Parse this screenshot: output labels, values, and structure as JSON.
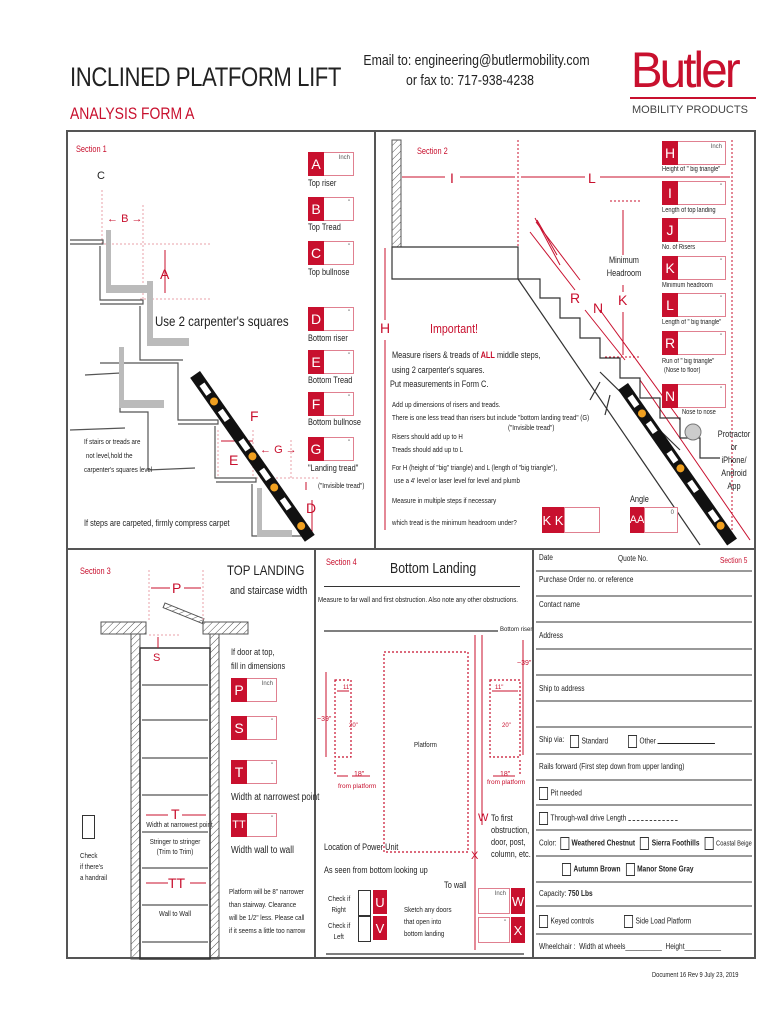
{
  "header": {
    "title": "INCLINED PLATFORM LIFT",
    "subtitle": "ANALYSIS FORM A",
    "email_line": "Email to: engineering@butlermobility.com",
    "fax_line": "or fax to: 717-938-4238",
    "logo_text": "Butler",
    "logo_sub": "MOBILITY PRODUCTS"
  },
  "colors": {
    "accent": "#c8102e",
    "border": "#555555"
  },
  "section1": {
    "label": "Section 1",
    "diagram_labels": {
      "c": "C",
      "b": "B",
      "a": "A",
      "e": "E",
      "f": "F",
      "g": "G",
      "d": "D"
    },
    "use_squares": "Use 2 carpenter's squares",
    "not_level_note": [
      "If stairs  or treads are",
      "not level,hold the",
      "carpenter's squares level"
    ],
    "carpet_note": "If steps are carpeted, firmly compress carpet",
    "invisible_tread": "(\"Invisible tread\")",
    "fields": [
      {
        "letter": "A",
        "unit": "Inch",
        "caption": "Top riser"
      },
      {
        "letter": "B",
        "unit": "\"",
        "caption": "Top Tread"
      },
      {
        "letter": "C",
        "unit": "\"",
        "caption": "Top bullnose"
      },
      {
        "letter": "D",
        "unit": "\"",
        "caption": "Bottom riser"
      },
      {
        "letter": "E",
        "unit": "\"",
        "caption": "Bottom Tread"
      },
      {
        "letter": "F",
        "unit": "\"",
        "caption": "Bottom bullnose"
      },
      {
        "letter": "G",
        "unit": "\"",
        "caption": "\"Landing tread\""
      }
    ]
  },
  "section2": {
    "label": "Section 2",
    "diagram_labels": {
      "i": "I",
      "l": "L",
      "h": "H",
      "r": "R",
      "n": "N",
      "k": "K"
    },
    "min_headroom": [
      "Minimum",
      "Headroom"
    ],
    "important": "Important!",
    "notes": [
      "Measure risers & treads of ALL middle steps,",
      "using 2 carpenter's squares.",
      "Put measurements in Form C.",
      "Add up dimensions of risers and treads.",
      "There is one less tread than risers but include \"bottom landing tread\" (G)",
      "(\"Invisible tread\")",
      "Risers should add up to H",
      "Treads should add up to L",
      "For H (height of \"big\" triangle) and L (length of \"big triangle\"),",
      "use a 4' level or laser level for level and plumb",
      "Measure in multiple steps if necessary",
      "which tread is the minimum headroom under?"
    ],
    "all_word": "ALL",
    "protractor": [
      "Protractor",
      "or",
      "iPhone/",
      "Android",
      "App"
    ],
    "angle_label": "Angle",
    "kk": {
      "letter": "K K"
    },
    "aa": {
      "letter": "AA",
      "unit": "0"
    },
    "fields": [
      {
        "letter": "H",
        "unit": "Inch",
        "caption": "Height of \" big triangle\""
      },
      {
        "letter": "I",
        "unit": "\"",
        "caption": "Length of top landing"
      },
      {
        "letter": "J",
        "unit": "",
        "caption": "No. of Risers"
      },
      {
        "letter": "K",
        "unit": "\"",
        "caption": "Minimum headroom"
      },
      {
        "letter": "L",
        "unit": "\"",
        "caption": "Length of \" big triangle\""
      },
      {
        "letter": "R",
        "unit": "\"",
        "caption": "Run of \" big triangle\"",
        "caption2": "(Nose to floor)"
      },
      {
        "letter": "N",
        "unit": "\"",
        "caption": "Nose to nose"
      }
    ]
  },
  "section3": {
    "label": "Section 3",
    "title": "TOP LANDING",
    "subtitle": "and staircase width",
    "p_label": "P",
    "s_label": "S",
    "t_label": "T",
    "tt_label": "TT",
    "door_note": [
      "If door at top,",
      "fill in dimensions"
    ],
    "width_narrow_inside": "Width at narrowest point",
    "stringer": [
      "Stringer to stringer",
      "(Trim to Trim)"
    ],
    "wall_to_wall": "Wall to Wall",
    "handrail_note": [
      "Check",
      "if there's",
      "a handrail"
    ],
    "fields": [
      {
        "letter": "P",
        "unit": "Inch"
      },
      {
        "letter": "S",
        "unit": "\""
      },
      {
        "letter": "T",
        "unit": "\"",
        "caption": "Width at narrowest point"
      },
      {
        "letter": "TT",
        "unit": "\"",
        "caption": "Width wall to wall"
      }
    ],
    "platform_note": [
      "Platform will be 8\" narrower",
      "than stairway. Clearance",
      "will be 1/2\" less.  Please call",
      "if it seems a little too narrow"
    ]
  },
  "section4": {
    "label": "Section 4",
    "title": "Bottom Landing",
    "instruction": "Measure to far wall and first obstruction. Also note any other obstructions.",
    "bottom_riser": "Bottom riser",
    "approx39": "~39\"",
    "dim11": "11\"",
    "dim20": "20\"",
    "dim18": "18\"",
    "from_platform": "from platform",
    "platform": "Platform",
    "w_label": "W",
    "x_label": "X",
    "obstruction": [
      "To first",
      "obstruction,",
      "door, post,",
      "column, etc."
    ],
    "power_unit": "Location of Power Unit",
    "seen_from": "As seen from bottom looking up",
    "to_wall": "To wall",
    "check_right": [
      "Check if",
      "Right"
    ],
    "check_left": [
      "Check if",
      "Left"
    ],
    "u": "U",
    "v": "V",
    "sketch_note": [
      "Sketch any doors",
      "that open into",
      "bottom landing"
    ],
    "w_field": {
      "unit": "Inch",
      "letter": "W"
    },
    "x_field": {
      "unit": "\"",
      "letter": "X"
    }
  },
  "section5": {
    "label": "Section 5",
    "date": "Date",
    "quote": "Quote No.",
    "po": "Purchase  Order no. or reference",
    "contact": "Contact name",
    "address": "Address",
    "ship_to": "Ship to  address",
    "ship_via": "Ship via:",
    "standard": "Standard",
    "other": "Other",
    "rails": "Rails forward (First step down from upper landing)",
    "pit": "Pit needed",
    "through_wall": "Through-wall drive   Length",
    "color": "Color:",
    "colors": [
      "Weathered Chestnut",
      "Sierra Foothills",
      "Coastal Beige",
      "Autumn Brown",
      "Manor Stone Gray"
    ],
    "capacity_label": "Capacity:",
    "capacity_value": "750 Lbs",
    "keyed": "Keyed controls",
    "side_load": "Side Load Platform",
    "wheelchair": "Wheelchair :",
    "width_wheels": "Width at wheels__________",
    "height": "Height__________"
  },
  "footer": {
    "doc": "Document  16 Rev 9 July 23, 2019"
  }
}
